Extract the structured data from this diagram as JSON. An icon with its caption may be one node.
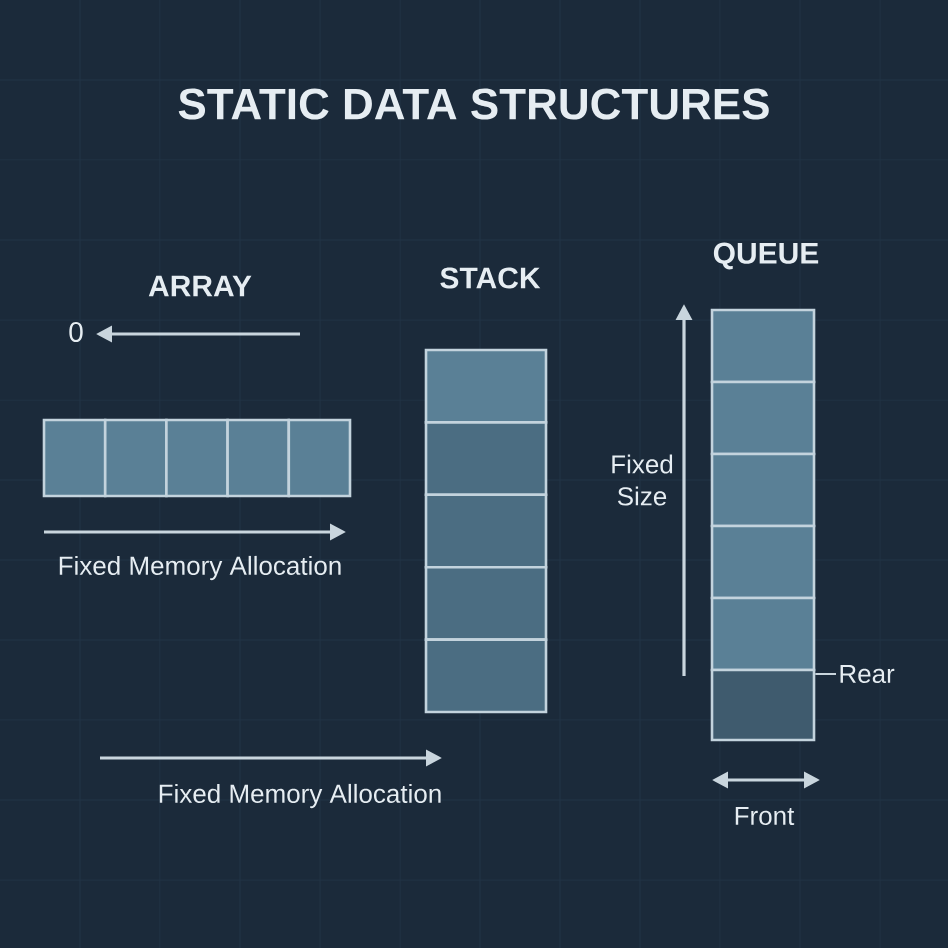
{
  "diagram": {
    "title": "STATIC DATA STRUCTURES",
    "nodes": [
      {
        "text": [
          "Rear"
        ]
      },
      {
        "text": [],
        "shape": "box"
      }
    ],
    "edges": [
      {
        "from": 0,
        "to": 1,
        "arrow": "none"
      }
    ],
    "labels": [
      "ARRAY",
      "STACK",
      "QUEUE",
      "0",
      "Fixed Memory Allocation",
      "Fixed Size",
      "Fixed Memory Allocation",
      "Front"
    ]
  }
}
